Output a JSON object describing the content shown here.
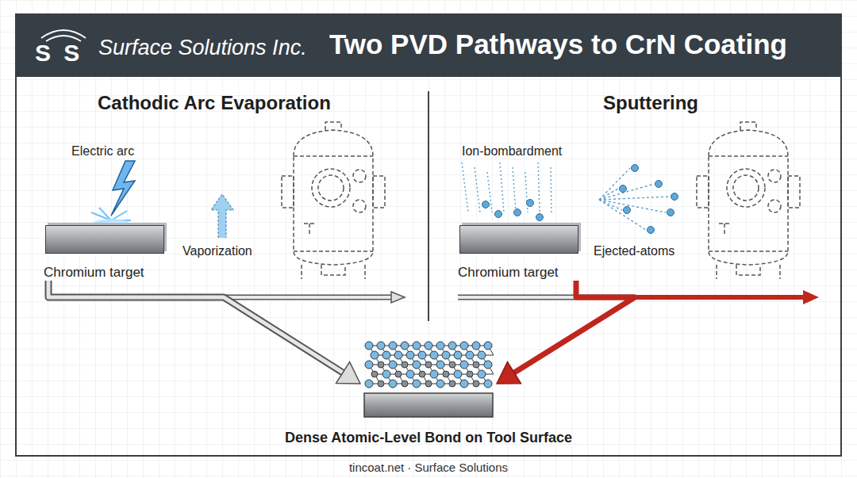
{
  "diagram": {
    "title": "Two PVD Pathways to CrN Coating",
    "caption": "tincoat.net · Surface Solutions",
    "nodes": [
      {
        "text": [
          "Chromium target"
        ]
      },
      {
        "text": [
          "Chromium target"
        ]
      },
      {
        "text": [
          "Dense Atomic-Level Bond on Tool Surface"
        ]
      }
    ],
    "edges": [
      {
        "from": 0,
        "to": 2,
        "arrow": "to"
      },
      {
        "from": 1,
        "to": 2,
        "arrow": "to"
      }
    ],
    "labels": [
      "S S",
      "Surface Solutions Inc.",
      "Cathodic Arc Evaporation",
      "Sputtering",
      "Electric arc",
      "Vaporization",
      "Ion-bombardment",
      "Ejected-atoms"
    ]
  }
}
